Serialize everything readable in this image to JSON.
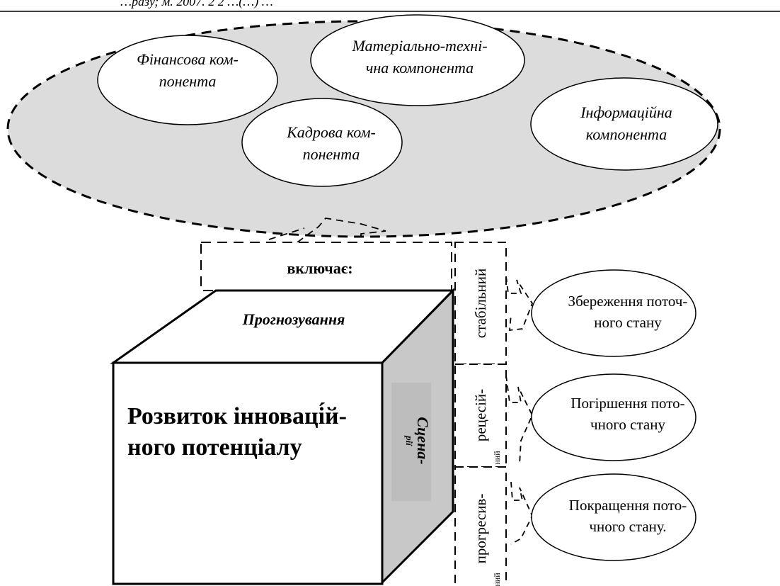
{
  "header_text": "…разу; м. 2007. 2 2 …(…) …",
  "components": [
    {
      "id": "financial",
      "lines": [
        "Фінансова ком-",
        "понента"
      ]
    },
    {
      "id": "material",
      "lines": [
        "Матеріально-техні-",
        "чна компонента"
      ]
    },
    {
      "id": "personnel",
      "lines": [
        "Кадрова ком-",
        "понента"
      ]
    },
    {
      "id": "information",
      "lines": [
        "Інформаційна",
        "компонента"
      ]
    }
  ],
  "includes_label": "включає:",
  "cube": {
    "top_label": "Прогнозування",
    "front_lines": [
      "Розвиток інноваці́й-",
      "ного потенціалу"
    ],
    "side_lines": [
      "Сцена-",
      "рії"
    ]
  },
  "scenarios": [
    {
      "id": "stable",
      "label": "стабільний",
      "outcome_lines": [
        "Збереження поточ-",
        "ного стану"
      ]
    },
    {
      "id": "recession",
      "label": "рецесій-",
      "label2": "ний",
      "outcome_lines": [
        "Погіршення пото-",
        "чного стану"
      ]
    },
    {
      "id": "progressive",
      "label": "прогресив-",
      "label2": "ний",
      "outcome_lines": [
        "Покращення пото-",
        "чного стану."
      ]
    }
  ],
  "colors": {
    "gray_fill": "#dcdcdc",
    "side_fill": "#c8c8c8",
    "label_box": "#bdbdbd",
    "stroke": "#000000"
  }
}
